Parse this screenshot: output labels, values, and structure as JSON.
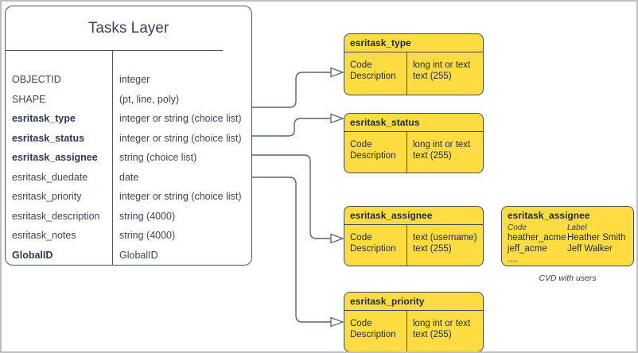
{
  "colors": {
    "canvas_border": "#bdbfc1",
    "shape_border": "#414b5b",
    "table_border": "#4d5664",
    "domain_fill": "#ffdd42",
    "connector": "#5a6472",
    "text": "#3a4556"
  },
  "main_table": {
    "title": "Tasks Layer",
    "rows": [
      {
        "name": "OBJECTID",
        "type": "integer",
        "bold": false
      },
      {
        "name": "SHAPE",
        "type": "(pt, line, poly)",
        "bold": false
      },
      {
        "name": "esritask_type",
        "type": "integer or string (choice list)",
        "bold": true
      },
      {
        "name": "esritask_status",
        "type": "integer or string (choice list)",
        "bold": true
      },
      {
        "name": "esritask_assignee",
        "type": "string (choice list)",
        "bold": true
      },
      {
        "name": "esritask_duedate",
        "type": "date",
        "bold": false
      },
      {
        "name": "esritask_priority",
        "type": "integer or string (choice list)",
        "bold": false
      },
      {
        "name": "esritask_description",
        "type": "string (4000)",
        "bold": false
      },
      {
        "name": "esritask_notes",
        "type": "string (4000)",
        "bold": false
      },
      {
        "name": "GlobalID",
        "type": "GlobalID",
        "bold": true
      }
    ]
  },
  "domain_boxes": [
    {
      "title": "esritask_type",
      "fields": [
        "Code",
        "Description"
      ],
      "types": [
        "long int or text",
        "text (255)"
      ]
    },
    {
      "title": "esritask_status",
      "fields": [
        "Code",
        "Description"
      ],
      "types": [
        "long int or text",
        "text (255)"
      ]
    },
    {
      "title": "esritask_assignee",
      "fields": [
        "Code",
        "Description"
      ],
      "types": [
        "text  (username)",
        "text (255)"
      ]
    },
    {
      "title": "esritask_priority",
      "fields": [
        "Code",
        "Description"
      ],
      "types": [
        "long int or text",
        "text (255)"
      ]
    }
  ],
  "users_box": {
    "title": "esritask_assignee",
    "col_headers": [
      "Code",
      "Label"
    ],
    "rows": [
      {
        "code": "heather_acme",
        "label": "Heather Smith"
      },
      {
        "code": "jeff_acme",
        "label": "Jeff Walker"
      }
    ],
    "ellipsis": "....",
    "caption": "CVD with users"
  },
  "connectors": [
    {
      "from": "esritask_type row",
      "to": "esritask_type domain"
    },
    {
      "from": "esritask_status row",
      "to": "esritask_status domain"
    },
    {
      "from": "esritask_assignee row",
      "to": "esritask_assignee domain"
    },
    {
      "from": "esritask_priority row",
      "to": "esritask_priority domain"
    }
  ]
}
